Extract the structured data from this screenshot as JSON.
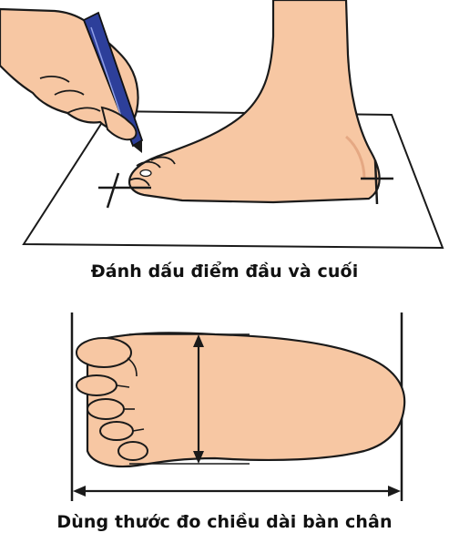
{
  "captions": {
    "mark_start_end": "Đánh dấu điểm đầu và cuối",
    "measure_length": "Dùng thước đo chiều dài bàn chân"
  },
  "colors": {
    "skin": "#f7c7a3",
    "skin_shadow": "#e5a883",
    "outline": "#1a1a1a",
    "pen_blue": "#2d3f9a",
    "paper": "#ffffff"
  },
  "icons": {
    "pen": "pen-icon",
    "hand": "hand-icon",
    "foot_side": "foot-side-view",
    "foot_top": "foot-top-view",
    "arrow": "double-arrow"
  }
}
